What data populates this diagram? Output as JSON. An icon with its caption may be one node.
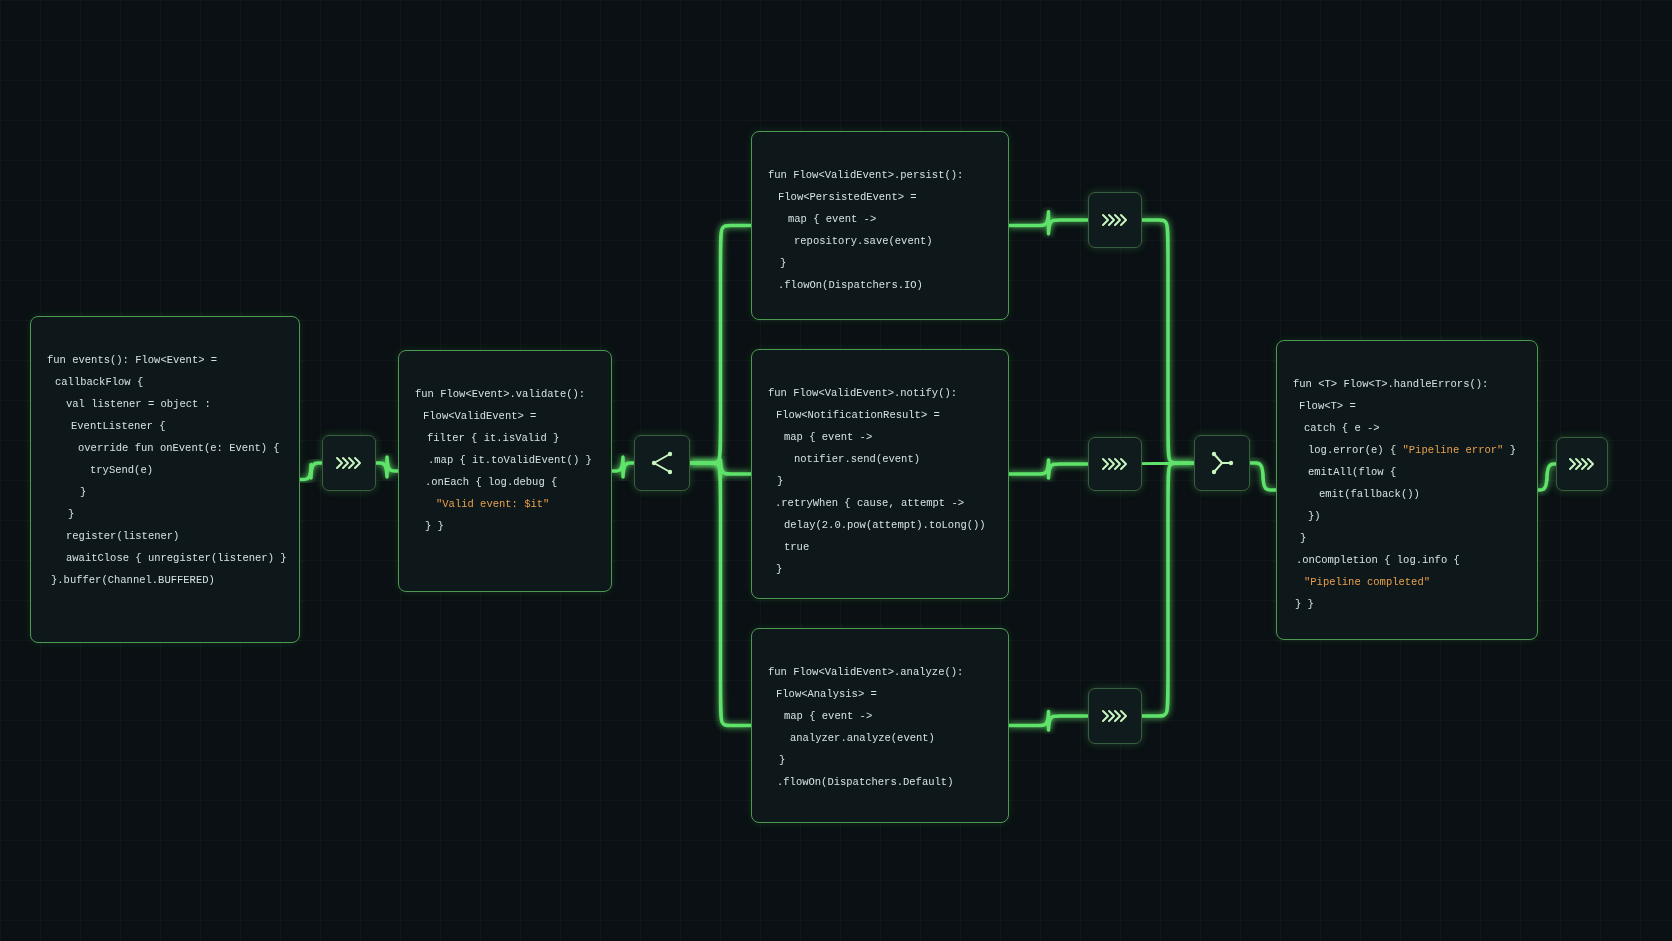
{
  "diagram": {
    "nodes": [
      {
        "text": [
          "fun events(): Flow<Event> =",
          "callbackFlow {",
          "val listener = object :",
          "EventListener {",
          "override fun onEvent(e: Event) {",
          "trySend(e)",
          "}",
          "}",
          "register(listener)",
          "awaitClose { unregister(listener) }",
          "}.buffer(Channel.BUFFERED)"
        ]
      },
      {
        "text": [],
        "shape": "box"
      },
      {
        "text": [
          "fun Flow<Event>.validate():",
          "Flow<ValidEvent> =",
          "filter { it.isValid }",
          ".map { it.toValidEvent() }",
          ".onEach { log.debug {",
          "\"Valid event: $it\"",
          "} }"
        ]
      },
      {
        "text": [],
        "shape": "box"
      },
      {
        "text": [
          "fun Flow<ValidEvent>.persist():",
          "Flow<PersistedEvent> =",
          "map { event ->",
          "repository.save(event)",
          "}",
          ".flowOn(Dispatchers.IO)"
        ]
      },
      {
        "text": [
          "fun Flow<ValidEvent>.notify():",
          "Flow<NotificationResult> =",
          "map { event ->",
          "notifier.send(event)",
          "}",
          ".retryWhen { cause, attempt ->",
          "delay(2.0.pow(attempt).toLong())",
          "true",
          "}"
        ]
      },
      {
        "text": [
          "fun Flow<ValidEvent>.analyze():",
          "Flow<Analysis> =",
          "map { event ->",
          "analyzer.analyze(event)",
          "}",
          ".flowOn(Dispatchers.Default)"
        ]
      },
      {
        "text": [],
        "shape": "box"
      },
      {
        "text": [],
        "shape": "box"
      },
      {
        "text": [],
        "shape": "box"
      },
      {
        "text": [],
        "shape": "box"
      },
      {
        "text": [
          "fun <T> Flow<T>.handleErrors():",
          "Flow<T> =",
          "catch { e ->",
          "log.error(e) { \"Pipeline error\" }",
          "emitAll(flow {",
          "emit(fallback())",
          "})",
          "}",
          ".onCompletion { log.info {",
          "\"Pipeline completed\"",
          "} }"
        ]
      },
      {
        "text": [],
        "shape": "box"
      }
    ],
    "edges": [
      {
        "from": 0,
        "to": 1,
        "arrow": "none"
      },
      {
        "from": 1,
        "to": 2,
        "arrow": "none"
      },
      {
        "from": 2,
        "to": 3,
        "arrow": "none"
      },
      {
        "from": 3,
        "to": 4,
        "arrow": "none"
      },
      {
        "from": 3,
        "to": 5,
        "arrow": "none"
      },
      {
        "from": 3,
        "to": 6,
        "arrow": "none"
      },
      {
        "from": 4,
        "to": 7,
        "arrow": "none"
      },
      {
        "from": 5,
        "to": 8,
        "arrow": "none"
      },
      {
        "from": 6,
        "to": 9,
        "arrow": "none"
      },
      {
        "from": 7,
        "to": 10,
        "arrow": "none"
      },
      {
        "from": 8,
        "to": 10,
        "arrow": "none"
      },
      {
        "from": 9,
        "to": 10,
        "arrow": "none"
      },
      {
        "from": 10,
        "to": 11,
        "arrow": "none"
      },
      {
        "from": 11,
        "to": 12,
        "arrow": "none"
      },
      {
        "from": 12,
        "to": null,
        "arrow": "none"
      }
    ]
  }
}
